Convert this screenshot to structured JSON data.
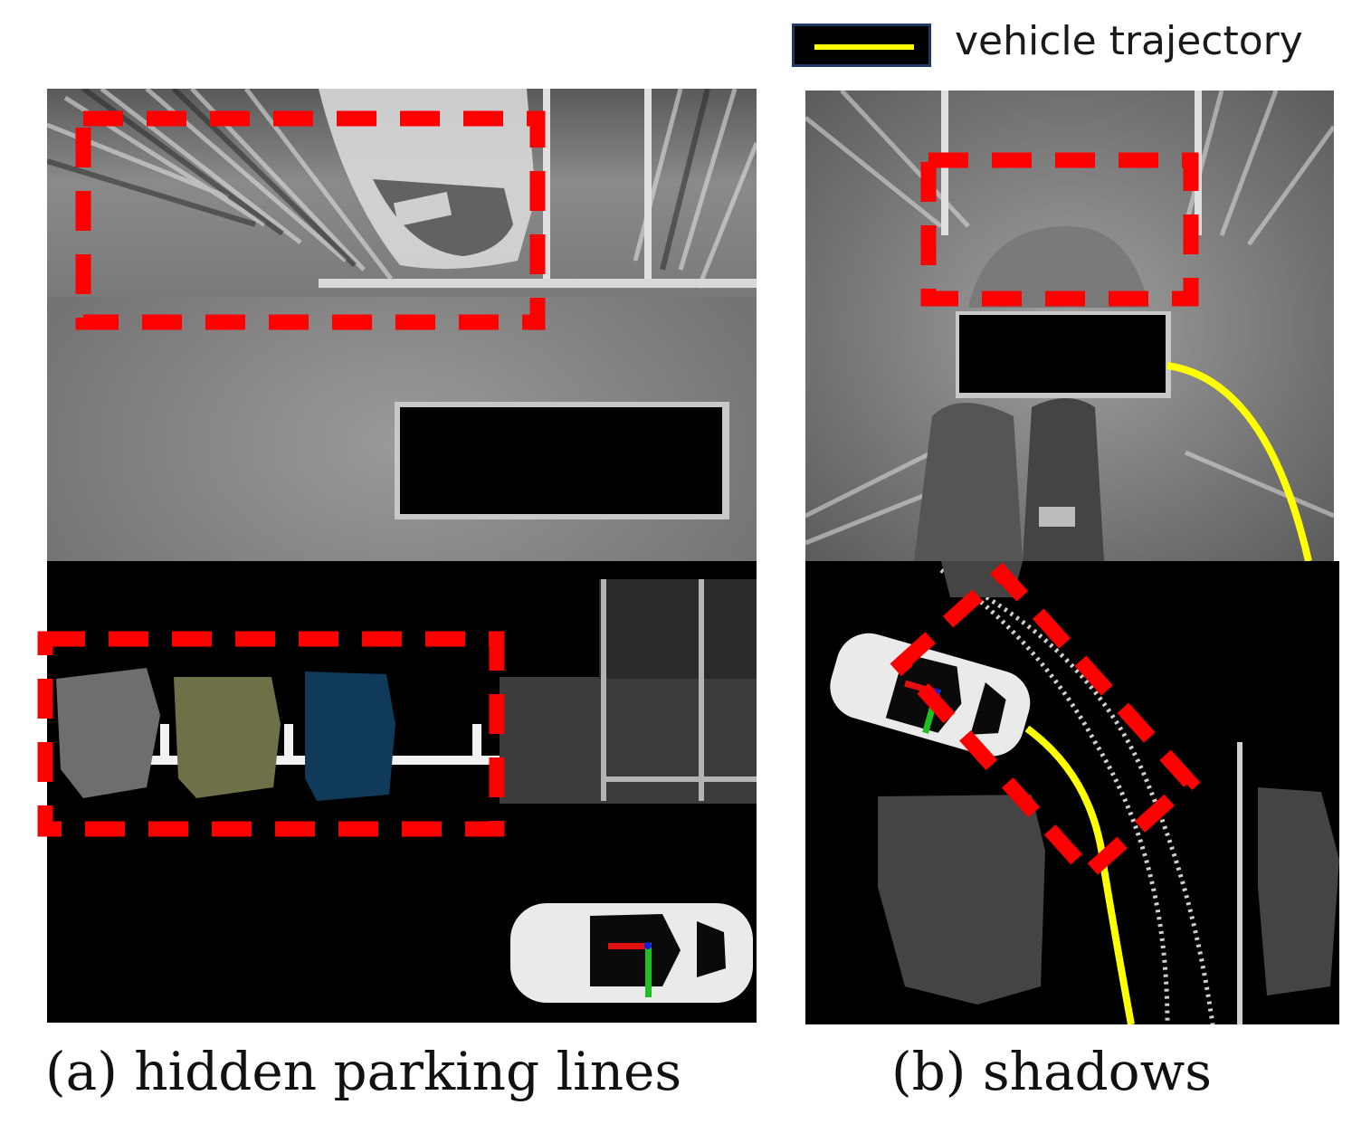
{
  "legend": {
    "label": "vehicle trajectory",
    "line_color": "#ffff00"
  },
  "captions": {
    "a": "(a) hidden parking lines",
    "b": "(b) shadows"
  },
  "colors": {
    "highlight_box": "#ff0000",
    "trajectory": "#ffff00",
    "car_slot_gray": "#6e6e6e",
    "car_slot_olive": "#6e7048",
    "car_slot_blue": "#0f3a5a",
    "axis_x": "#e01010",
    "axis_y": "#20c020",
    "axis_origin": "#1020e0"
  }
}
